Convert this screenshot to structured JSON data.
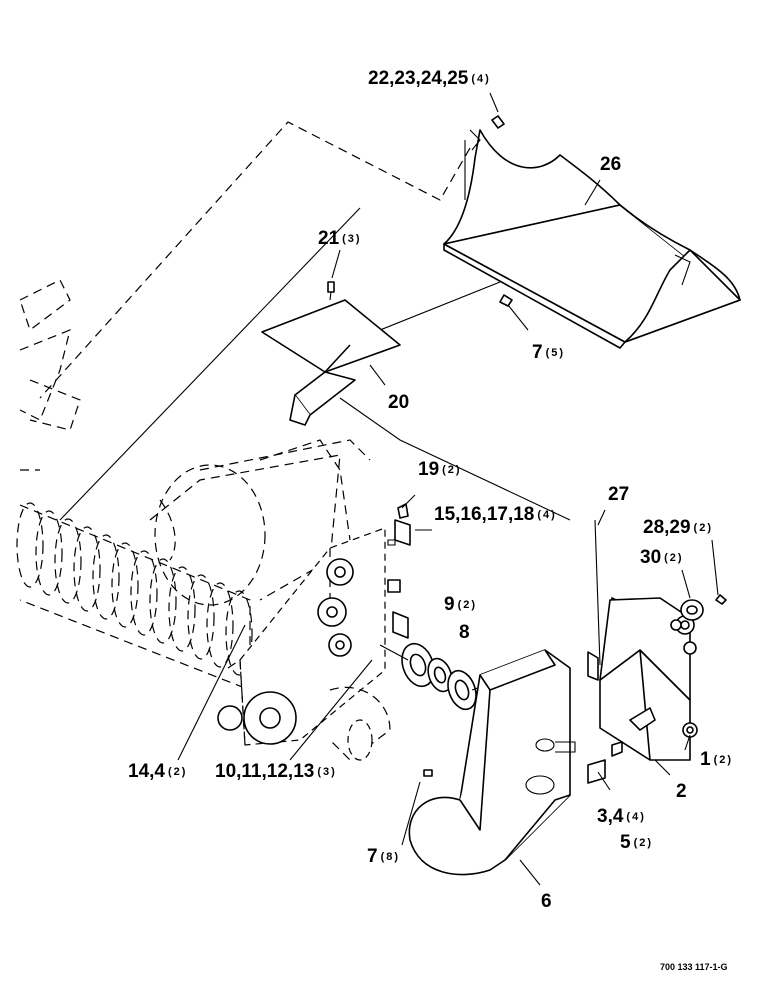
{
  "callouts": [
    {
      "id": "c22",
      "text": "22,23,24,25",
      "qty": "(4)"
    },
    {
      "id": "c26",
      "text": "26",
      "qty": ""
    },
    {
      "id": "c21",
      "text": "21",
      "qty": "(3)"
    },
    {
      "id": "c7a",
      "text": "7",
      "qty": "(5)"
    },
    {
      "id": "c20",
      "text": "20",
      "qty": ""
    },
    {
      "id": "c19",
      "text": "19",
      "qty": "(2)"
    },
    {
      "id": "c15",
      "text": "15,16,17,18",
      "qty": "(4)"
    },
    {
      "id": "c27",
      "text": "27",
      "qty": ""
    },
    {
      "id": "c28",
      "text": "28,29",
      "qty": "(2)"
    },
    {
      "id": "c30",
      "text": "30",
      "qty": "(2)"
    },
    {
      "id": "c9",
      "text": "9",
      "qty": "(2)"
    },
    {
      "id": "c8",
      "text": "8",
      "qty": ""
    },
    {
      "id": "c1",
      "text": "1",
      "qty": "(2)"
    },
    {
      "id": "c2",
      "text": "2",
      "qty": ""
    },
    {
      "id": "c14",
      "text": "14,4",
      "qty": "(2)"
    },
    {
      "id": "c10",
      "text": "10,11,12,13",
      "qty": "(3)"
    },
    {
      "id": "c3",
      "text": "3,4",
      "qty": "(4)"
    },
    {
      "id": "c5",
      "text": "5",
      "qty": "(2)"
    },
    {
      "id": "c7b",
      "text": "7",
      "qty": "(8)"
    },
    {
      "id": "c6",
      "text": "6",
      "qty": ""
    }
  ],
  "figure_ref": "700 133 117-1-G"
}
